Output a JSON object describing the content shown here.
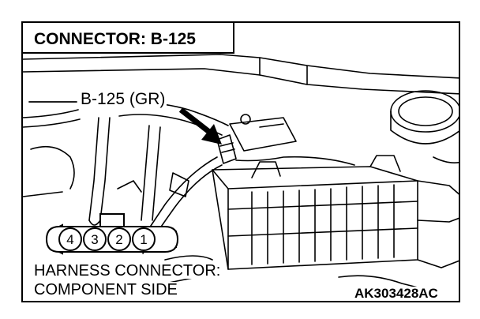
{
  "title": "CONNECTOR: B-125",
  "callout_label": "B-125 (GR)",
  "connector": {
    "pins": [
      "4",
      "3",
      "2",
      "1"
    ]
  },
  "caption": {
    "line1": "HARNESS CONNECTOR:",
    "line2": "COMPONENT SIDE"
  },
  "figure_code": "AK303428AC"
}
